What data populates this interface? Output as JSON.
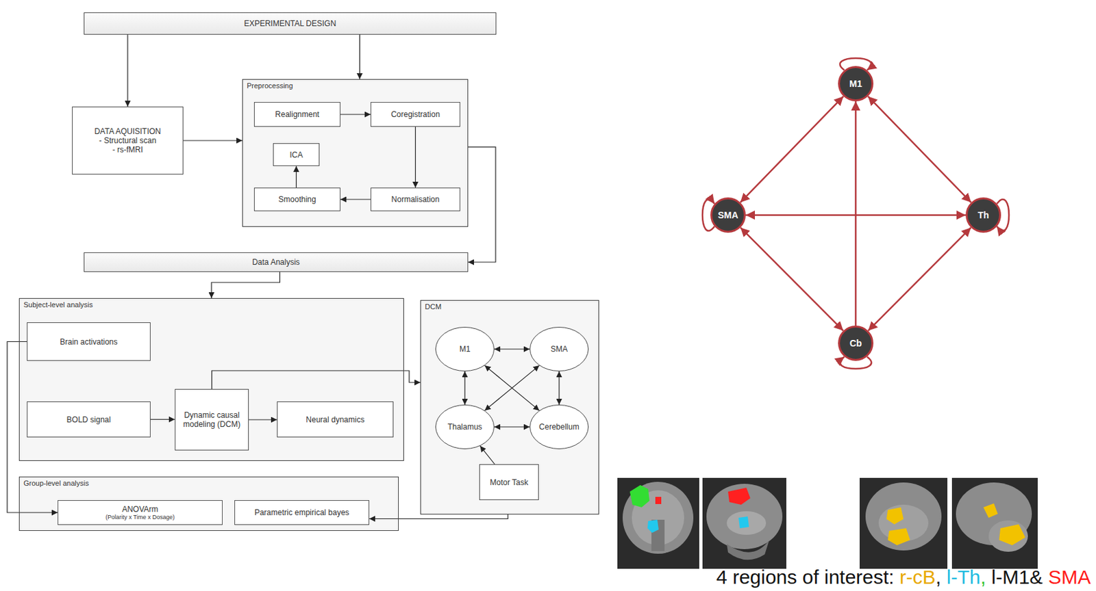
{
  "diagram": {
    "nodes": [
      {
        "text": [
          "EXPERIMENTAL DESIGN"
        ]
      },
      {
        "text": [
          "DATA AQUISITION",
          "- Structural scan",
          "- rs-fMRI"
        ]
      },
      {
        "text": [
          "Preprocessing"
        ]
      },
      {
        "text": [
          "Realignment"
        ],
        "in": 2
      },
      {
        "text": [
          "Coregistration"
        ],
        "in": 2
      },
      {
        "text": [
          "ICA"
        ],
        "in": 2
      },
      {
        "text": [
          "Smoothing"
        ],
        "in": 2
      },
      {
        "text": [
          "Normalisation"
        ],
        "in": 2
      },
      {
        "text": [
          "Data Analysis"
        ]
      },
      {
        "text": [
          "Subject-level analysis"
        ]
      },
      {
        "text": [
          "Brain activations"
        ],
        "in": 9
      },
      {
        "text": [
          "BOLD signal"
        ],
        "in": 9
      },
      {
        "text": [
          "Dynamic causal modeling (DCM)"
        ],
        "in": 9
      },
      {
        "text": [
          "Neural dynamics"
        ],
        "in": 9
      },
      {
        "text": [
          "Group-level analysis"
        ]
      },
      {
        "text": [
          "ANOVArm",
          "(Polarity x Time x Dosage)"
        ],
        "in": 14
      },
      {
        "text": [
          "Parametric empirical bayes"
        ],
        "in": 14
      },
      {
        "text": [
          "DCM"
        ]
      },
      {
        "text": [
          "M1"
        ],
        "in": 17
      },
      {
        "text": [
          "SMA"
        ],
        "in": 17
      },
      {
        "text": [
          "Thalamus"
        ],
        "in": 17
      },
      {
        "text": [
          "Cerebellum"
        ],
        "in": 17
      },
      {
        "text": [
          "Motor Task"
        ],
        "in": 17
      },
      {
        "text": [
          "M1"
        ]
      },
      {
        "text": [
          "SMA"
        ]
      },
      {
        "text": [
          "Th"
        ]
      },
      {
        "text": [
          "Cb"
        ]
      }
    ],
    "edges": [
      {
        "from": 0,
        "to": 1,
        "arrow": "to"
      },
      {
        "from": 0,
        "to": 2,
        "arrow": "to"
      },
      {
        "from": 1,
        "to": 2,
        "arrow": "to"
      },
      {
        "from": 3,
        "to": 4,
        "arrow": "to"
      },
      {
        "from": 4,
        "to": 7,
        "arrow": "to"
      },
      {
        "from": 7,
        "to": 6,
        "arrow": "to"
      },
      {
        "from": 6,
        "to": 5,
        "arrow": "to"
      },
      {
        "from": 2,
        "to": 8,
        "arrow": "to"
      },
      {
        "from": 8,
        "to": 9,
        "arrow": "to"
      },
      {
        "from": 11,
        "to": 12,
        "arrow": "to"
      },
      {
        "from": 12,
        "to": 13,
        "arrow": "to"
      },
      {
        "from": 12,
        "to": 17,
        "arrow": "to"
      },
      {
        "from": 10,
        "to": 15,
        "arrow": "to"
      },
      {
        "from": 17,
        "to": 16,
        "arrow": "to"
      },
      {
        "from": 18,
        "to": 19,
        "arrow": "both"
      },
      {
        "from": 18,
        "to": 20,
        "arrow": "both"
      },
      {
        "from": 19,
        "to": 21,
        "arrow": "both"
      },
      {
        "from": 20,
        "to": 21,
        "arrow": "both"
      },
      {
        "from": 18,
        "to": 21,
        "arrow": "both"
      },
      {
        "from": 19,
        "to": 20,
        "arrow": "both"
      },
      {
        "from": 22,
        "to": 20,
        "arrow": "to"
      },
      {
        "from": 23,
        "to": 23,
        "arrow": "to"
      },
      {
        "from": 24,
        "to": 24,
        "arrow": "to"
      },
      {
        "from": 25,
        "to": 25,
        "arrow": "to"
      },
      {
        "from": 26,
        "to": 26,
        "arrow": "to"
      },
      {
        "from": 23,
        "to": 24,
        "arrow": "both"
      },
      {
        "from": 23,
        "to": 25,
        "arrow": "both"
      },
      {
        "from": 24,
        "to": 25,
        "arrow": "both"
      },
      {
        "from": 24,
        "to": 26,
        "arrow": "both"
      },
      {
        "from": 25,
        "to": 26,
        "arrow": "both"
      },
      {
        "from": 26,
        "to": 23,
        "arrow": "to"
      }
    ],
    "labels": [
      "4 regions of interest:",
      "r-cB",
      ",",
      "l-Th",
      ",",
      "l-M1",
      "&",
      "SMA"
    ]
  }
}
